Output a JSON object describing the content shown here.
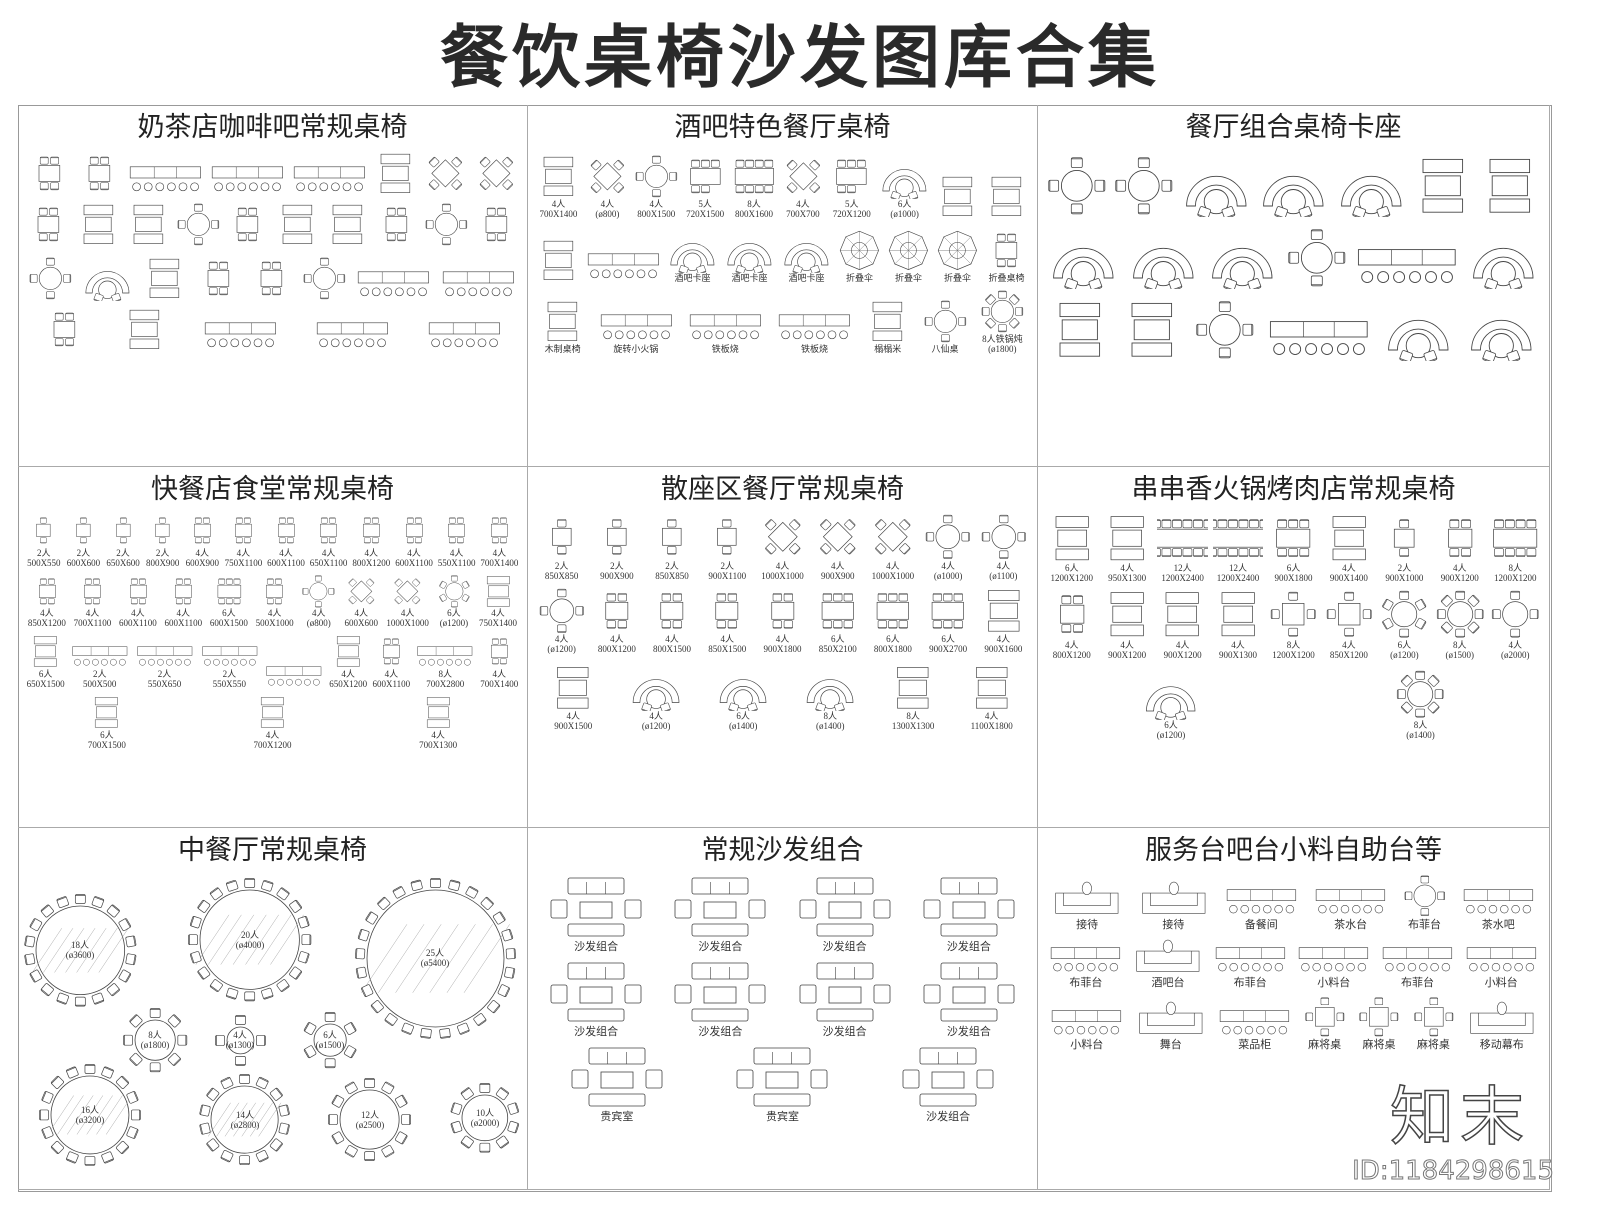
{
  "title": "餐饮桌椅沙发图库合集",
  "watermark": {
    "brand": "知末",
    "id": "ID:1184298615"
  },
  "panels": [
    {
      "title": "奶茶店咖啡吧常规桌椅",
      "items": [
        {
          "shape": "rect",
          "label": "",
          "sub": ""
        },
        {
          "shape": "rect",
          "label": "",
          "sub": ""
        },
        {
          "shape": "counter",
          "label": "",
          "sub": ""
        },
        {
          "shape": "counter",
          "label": "",
          "sub": ""
        },
        {
          "shape": "counter",
          "label": "",
          "sub": ""
        },
        {
          "shape": "booth",
          "label": "",
          "sub": ""
        },
        {
          "shape": "diamond",
          "label": "",
          "sub": ""
        },
        {
          "shape": "diamond",
          "label": "",
          "sub": ""
        },
        {
          "shape": "rect",
          "label": "",
          "sub": ""
        },
        {
          "shape": "booth",
          "label": "",
          "sub": ""
        },
        {
          "shape": "booth",
          "label": "",
          "sub": ""
        },
        {
          "shape": "round",
          "label": "",
          "sub": ""
        },
        {
          "shape": "rect",
          "label": "",
          "sub": ""
        },
        {
          "shape": "booth",
          "label": "",
          "sub": ""
        },
        {
          "shape": "booth",
          "label": "",
          "sub": ""
        },
        {
          "shape": "rect",
          "label": "",
          "sub": ""
        },
        {
          "shape": "round",
          "label": "",
          "sub": ""
        },
        {
          "shape": "rect",
          "label": "",
          "sub": ""
        },
        {
          "shape": "round",
          "label": "",
          "sub": ""
        },
        {
          "shape": "arc",
          "label": "",
          "sub": ""
        },
        {
          "shape": "booth",
          "label": "",
          "sub": ""
        },
        {
          "shape": "rect",
          "label": "",
          "sub": ""
        },
        {
          "shape": "rect",
          "label": "",
          "sub": ""
        },
        {
          "shape": "round",
          "label": "",
          "sub": ""
        },
        {
          "shape": "counter",
          "label": "",
          "sub": ""
        },
        {
          "shape": "counter",
          "label": "",
          "sub": ""
        },
        {
          "shape": "rect",
          "label": "",
          "sub": ""
        },
        {
          "shape": "booth",
          "label": "",
          "sub": ""
        },
        {
          "shape": "counter",
          "label": "",
          "sub": ""
        },
        {
          "shape": "counter",
          "label": "",
          "sub": ""
        },
        {
          "shape": "counter",
          "label": "",
          "sub": ""
        }
      ]
    },
    {
      "title": "酒吧特色餐厅桌椅",
      "items": [
        {
          "shape": "booth",
          "label": "4人",
          "sub": "700X1400"
        },
        {
          "shape": "diamond",
          "label": "4人",
          "sub": "(ø800)"
        },
        {
          "shape": "round",
          "label": "4人",
          "sub": "800X1500"
        },
        {
          "shape": "rect",
          "label": "5人",
          "sub": "720X1500"
        },
        {
          "shape": "rect",
          "label": "8人",
          "sub": "800X1600"
        },
        {
          "shape": "diamond",
          "label": "4人",
          "sub": "700X700"
        },
        {
          "shape": "rect",
          "label": "5人",
          "sub": "720X1200"
        },
        {
          "shape": "arc",
          "label": "6人",
          "sub": "(ø1000)"
        },
        {
          "shape": "booth",
          "label": "",
          "sub": ""
        },
        {
          "shape": "booth",
          "label": "",
          "sub": ""
        },
        {
          "shape": "booth",
          "label": "",
          "sub": ""
        },
        {
          "shape": "counter",
          "label": "",
          "sub": ""
        },
        {
          "shape": "arc",
          "label": "酒吧卡座",
          "sub": ""
        },
        {
          "shape": "arc",
          "label": "酒吧卡座",
          "sub": ""
        },
        {
          "shape": "arc",
          "label": "酒吧卡座",
          "sub": ""
        },
        {
          "shape": "umbrella",
          "label": "折叠伞",
          "sub": ""
        },
        {
          "shape": "umbrella",
          "label": "折叠伞",
          "sub": ""
        },
        {
          "shape": "umbrella",
          "label": "折叠伞",
          "sub": ""
        },
        {
          "shape": "rect",
          "label": "折叠桌椅",
          "sub": ""
        },
        {
          "shape": "booth",
          "label": "木制桌椅",
          "sub": ""
        },
        {
          "shape": "counter",
          "label": "旋转小火锅",
          "sub": ""
        },
        {
          "shape": "counter",
          "label": "铁板烧",
          "sub": ""
        },
        {
          "shape": "counter",
          "label": "铁板烧",
          "sub": ""
        },
        {
          "shape": "booth",
          "label": "榻榻米",
          "sub": ""
        },
        {
          "shape": "round",
          "label": "八仙桌",
          "sub": ""
        },
        {
          "shape": "round",
          "label": "8人铁锅炖",
          "sub": "(ø1800)"
        }
      ]
    },
    {
      "title": "餐厅组合桌椅卡座",
      "items": [
        {
          "shape": "round",
          "label": "",
          "sub": ""
        },
        {
          "shape": "round",
          "label": "",
          "sub": ""
        },
        {
          "shape": "arc",
          "label": "",
          "sub": ""
        },
        {
          "shape": "arc",
          "label": "",
          "sub": ""
        },
        {
          "shape": "arc",
          "label": "",
          "sub": ""
        },
        {
          "shape": "booth",
          "label": "",
          "sub": ""
        },
        {
          "shape": "booth",
          "label": "",
          "sub": ""
        },
        {
          "shape": "arc",
          "label": "",
          "sub": ""
        },
        {
          "shape": "arc",
          "label": "",
          "sub": ""
        },
        {
          "shape": "arc",
          "label": "",
          "sub": ""
        },
        {
          "shape": "round",
          "label": "",
          "sub": ""
        },
        {
          "shape": "counter",
          "label": "",
          "sub": ""
        },
        {
          "shape": "arc",
          "label": "",
          "sub": ""
        },
        {
          "shape": "booth",
          "label": "",
          "sub": ""
        },
        {
          "shape": "booth",
          "label": "",
          "sub": ""
        },
        {
          "shape": "round",
          "label": "",
          "sub": ""
        },
        {
          "shape": "counter",
          "label": "",
          "sub": ""
        },
        {
          "shape": "arc",
          "label": "",
          "sub": ""
        },
        {
          "shape": "arc",
          "label": "",
          "sub": ""
        }
      ]
    },
    {
      "title": "快餐店食堂常规桌椅",
      "items": [
        {
          "shape": "rect",
          "label": "2人",
          "sub": "500X550"
        },
        {
          "shape": "rect",
          "label": "2人",
          "sub": "600X600"
        },
        {
          "shape": "rect",
          "label": "2人",
          "sub": "650X600"
        },
        {
          "shape": "rect",
          "label": "2人",
          "sub": "800X900"
        },
        {
          "shape": "rect",
          "label": "4人",
          "sub": "600X900"
        },
        {
          "shape": "rect",
          "label": "4人",
          "sub": "750X1100"
        },
        {
          "shape": "rect",
          "label": "4人",
          "sub": "600X1100"
        },
        {
          "shape": "rect",
          "label": "4人",
          "sub": "650X1100"
        },
        {
          "shape": "rect",
          "label": "4人",
          "sub": "800X1200"
        },
        {
          "shape": "rect",
          "label": "4人",
          "sub": "600X1100"
        },
        {
          "shape": "rect",
          "label": "4人",
          "sub": "550X1100"
        },
        {
          "shape": "rect",
          "label": "4人",
          "sub": "700X1400"
        },
        {
          "shape": "rect",
          "label": "4人",
          "sub": "850X1200"
        },
        {
          "shape": "rect",
          "label": "4人",
          "sub": "700X1100"
        },
        {
          "shape": "rect",
          "label": "4人",
          "sub": "600X1100"
        },
        {
          "shape": "rect",
          "label": "4人",
          "sub": "600X1100"
        },
        {
          "shape": "rect",
          "label": "6人",
          "sub": "600X1500"
        },
        {
          "shape": "rect",
          "label": "4人",
          "sub": "500X1000"
        },
        {
          "shape": "round",
          "label": "4人",
          "sub": "(ø800)"
        },
        {
          "shape": "diamond",
          "label": "4人",
          "sub": "600X600"
        },
        {
          "shape": "diamond",
          "label": "4人",
          "sub": "1000X1000"
        },
        {
          "shape": "round",
          "label": "6人",
          "sub": "(ø1200)"
        },
        {
          "shape": "booth",
          "label": "4人",
          "sub": "750X1400"
        },
        {
          "shape": "booth",
          "label": "6人",
          "sub": "650X1500"
        },
        {
          "shape": "counter",
          "label": "2人",
          "sub": "500X500"
        },
        {
          "shape": "counter",
          "label": "2人",
          "sub": "550X650"
        },
        {
          "shape": "counter",
          "label": "2人",
          "sub": "550X550"
        },
        {
          "shape": "counter",
          "label": "",
          "sub": ""
        },
        {
          "shape": "booth",
          "label": "4人",
          "sub": "650X1200"
        },
        {
          "shape": "rect",
          "label": "4人",
          "sub": "600X1100"
        },
        {
          "shape": "counter",
          "label": "8人",
          "sub": "700X2800"
        },
        {
          "shape": "rect",
          "label": "4人",
          "sub": "700X1400"
        },
        {
          "shape": "booth",
          "label": "6人",
          "sub": "700X1500"
        },
        {
          "shape": "booth",
          "label": "4人",
          "sub": "700X1200"
        },
        {
          "shape": "booth",
          "label": "4人",
          "sub": "700X1300"
        }
      ]
    },
    {
      "title": "散座区餐厅常规桌椅",
      "items": [
        {
          "shape": "rect",
          "label": "2人",
          "sub": "850X850"
        },
        {
          "shape": "rect",
          "label": "2人",
          "sub": "900X900"
        },
        {
          "shape": "rect",
          "label": "2人",
          "sub": "850X850"
        },
        {
          "shape": "rect",
          "label": "2人",
          "sub": "900X1100"
        },
        {
          "shape": "diamond",
          "label": "4人",
          "sub": "1000X1000"
        },
        {
          "shape": "diamond",
          "label": "4人",
          "sub": "900X900"
        },
        {
          "shape": "diamond",
          "label": "4人",
          "sub": "1000X1000"
        },
        {
          "shape": "round",
          "label": "4人",
          "sub": "(ø1000)"
        },
        {
          "shape": "round",
          "label": "4人",
          "sub": "(ø1100)"
        },
        {
          "shape": "round",
          "label": "4人",
          "sub": "(ø1200)"
        },
        {
          "shape": "rect",
          "label": "4人",
          "sub": "800X1200"
        },
        {
          "shape": "rect",
          "label": "4人",
          "sub": "800X1500"
        },
        {
          "shape": "rect",
          "label": "4人",
          "sub": "850X1500"
        },
        {
          "shape": "rect",
          "label": "4人",
          "sub": "900X1800"
        },
        {
          "shape": "rect",
          "label": "6人",
          "sub": "850X2100"
        },
        {
          "shape": "rect",
          "label": "6人",
          "sub": "800X1800"
        },
        {
          "shape": "rect",
          "label": "6人",
          "sub": "900X2700"
        },
        {
          "shape": "booth",
          "label": "4人",
          "sub": "900X1600"
        },
        {
          "shape": "booth",
          "label": "4人",
          "sub": "900X1500"
        },
        {
          "shape": "arc",
          "label": "4人",
          "sub": "(ø1200)"
        },
        {
          "shape": "arc",
          "label": "6人",
          "sub": "(ø1400)"
        },
        {
          "shape": "arc",
          "label": "8人",
          "sub": "(ø1400)"
        },
        {
          "shape": "booth",
          "label": "8人",
          "sub": "1300X1300"
        },
        {
          "shape": "booth",
          "label": "4人",
          "sub": "1100X1800"
        }
      ]
    },
    {
      "title": "串串香火锅烤肉店常规桌椅",
      "items": [
        {
          "shape": "booth",
          "label": "6人",
          "sub": "1200X1200"
        },
        {
          "shape": "booth",
          "label": "4人",
          "sub": "950X1300"
        },
        {
          "shape": "rect",
          "label": "12人",
          "sub": "1200X2400"
        },
        {
          "shape": "rect",
          "label": "12人",
          "sub": "1200X2400"
        },
        {
          "shape": "rect",
          "label": "6人",
          "sub": "900X1800"
        },
        {
          "shape": "booth",
          "label": "4人",
          "sub": "900X1400"
        },
        {
          "shape": "rect",
          "label": "2人",
          "sub": "900X1000"
        },
        {
          "shape": "rect",
          "label": "4人",
          "sub": "900X1200"
        },
        {
          "shape": "rect",
          "label": "8人",
          "sub": "1200X1200"
        },
        {
          "shape": "rect",
          "label": "4人",
          "sub": "800X1200"
        },
        {
          "shape": "booth",
          "label": "4人",
          "sub": "900X1200"
        },
        {
          "shape": "booth",
          "label": "4人",
          "sub": "900X1200"
        },
        {
          "shape": "booth",
          "label": "4人",
          "sub": "900X1300"
        },
        {
          "shape": "mahjong",
          "label": "8人",
          "sub": "1200X1200"
        },
        {
          "shape": "mahjong",
          "label": "4人",
          "sub": "850X1200"
        },
        {
          "shape": "round",
          "label": "6人",
          "sub": "(ø1200)"
        },
        {
          "shape": "round",
          "label": "8人",
          "sub": "(ø1500)"
        },
        {
          "shape": "round",
          "label": "4人",
          "sub": "(ø2000)"
        },
        {
          "shape": "arc",
          "label": "6人",
          "sub": "(ø1200)"
        },
        {
          "shape": "round",
          "label": "8人",
          "sub": "(ø1400)"
        }
      ]
    },
    {
      "title": "中餐厅常规桌椅",
      "items": [
        {
          "shape": "round-big",
          "label": "18人",
          "sub": "(ø3600)"
        },
        {
          "shape": "round-big",
          "label": "20人",
          "sub": "(ø4000)"
        },
        {
          "shape": "round-big",
          "label": "25人",
          "sub": "(ø5400)"
        },
        {
          "shape": "round-big",
          "label": "8人",
          "sub": "(ø1800)"
        },
        {
          "shape": "round-big",
          "label": "4人",
          "sub": "(ø1300)"
        },
        {
          "shape": "round-big",
          "label": "6人",
          "sub": "(ø1500)"
        },
        {
          "shape": "round-big",
          "label": "16人",
          "sub": "(ø3200)"
        },
        {
          "shape": "round-big",
          "label": "14人",
          "sub": "(ø2800)"
        },
        {
          "shape": "round-big",
          "label": "12人",
          "sub": "(ø2500)"
        },
        {
          "shape": "round-big",
          "label": "10人",
          "sub": "(ø2000)"
        }
      ]
    },
    {
      "title": "常规沙发组合",
      "items": [
        {
          "shape": "sofa",
          "label": "沙发组合",
          "sub": ""
        },
        {
          "shape": "sofa",
          "label": "沙发组合",
          "sub": ""
        },
        {
          "shape": "sofa",
          "label": "沙发组合",
          "sub": ""
        },
        {
          "shape": "sofa",
          "label": "沙发组合",
          "sub": ""
        },
        {
          "shape": "sofa",
          "label": "沙发组合",
          "sub": ""
        },
        {
          "shape": "sofa",
          "label": "沙发组合",
          "sub": ""
        },
        {
          "shape": "sofa",
          "label": "沙发组合",
          "sub": ""
        },
        {
          "shape": "sofa",
          "label": "沙发组合",
          "sub": ""
        },
        {
          "shape": "sofa",
          "label": "贵宾室",
          "sub": ""
        },
        {
          "shape": "sofa",
          "label": "贵宾室",
          "sub": ""
        },
        {
          "shape": "sofa",
          "label": "沙发组合",
          "sub": ""
        }
      ]
    },
    {
      "title": "服务台吧台小料自助台等",
      "items": [
        {
          "shape": "service",
          "label": "接待",
          "sub": ""
        },
        {
          "shape": "service",
          "label": "接待",
          "sub": ""
        },
        {
          "shape": "counter",
          "label": "备餐间",
          "sub": ""
        },
        {
          "shape": "counter",
          "label": "茶水台",
          "sub": ""
        },
        {
          "shape": "round",
          "label": "布菲台",
          "sub": ""
        },
        {
          "shape": "counter",
          "label": "茶水吧",
          "sub": ""
        },
        {
          "shape": "counter",
          "label": "布菲台",
          "sub": ""
        },
        {
          "shape": "service",
          "label": "酒吧台",
          "sub": ""
        },
        {
          "shape": "counter",
          "label": "布菲台",
          "sub": ""
        },
        {
          "shape": "counter",
          "label": "小料台",
          "sub": ""
        },
        {
          "shape": "counter",
          "label": "布菲台",
          "sub": ""
        },
        {
          "shape": "counter",
          "label": "小料台",
          "sub": ""
        },
        {
          "shape": "counter",
          "label": "小料台",
          "sub": ""
        },
        {
          "shape": "service",
          "label": "舞台",
          "sub": ""
        },
        {
          "shape": "counter",
          "label": "菜品柜",
          "sub": ""
        },
        {
          "shape": "mahjong",
          "label": "麻将桌",
          "sub": ""
        },
        {
          "shape": "mahjong",
          "label": "麻将桌",
          "sub": ""
        },
        {
          "shape": "mahjong",
          "label": "麻将桌",
          "sub": ""
        },
        {
          "shape": "service",
          "label": "移动幕布",
          "sub": ""
        }
      ]
    }
  ]
}
